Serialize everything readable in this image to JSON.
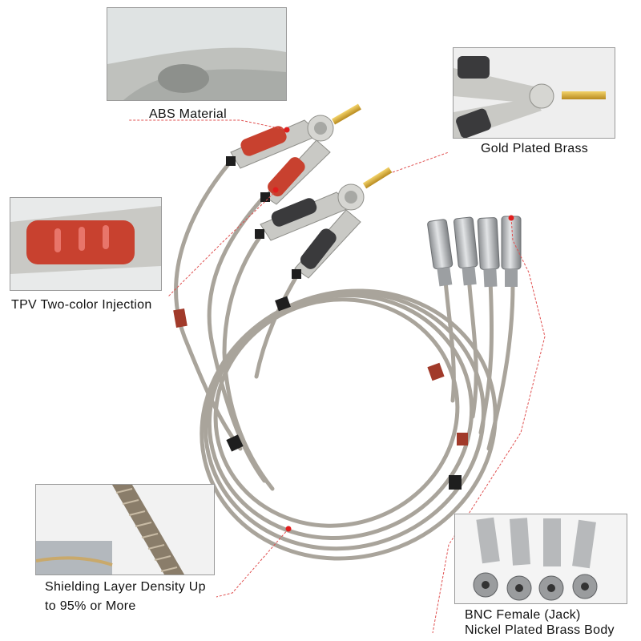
{
  "colors": {
    "cable": "#a9a49b",
    "clip_body": "#c9c9c5",
    "grip_red": "#c8412f",
    "grip_black": "#3a3a3c",
    "pin_gold": "#d8b23a",
    "bnc_nickel": "#b7b9bb",
    "marker_red": "#a13a2a",
    "marker_black": "#1e1e1e",
    "callout_dot": "#e11d1d",
    "leader_line": "#e05050"
  },
  "labels": {
    "abs": "ABS Material",
    "gold": "Gold Plated Brass",
    "tpv": "TPV Two-color Injection",
    "shield_line1": "Shielding Layer Density Up",
    "shield_line2": "to 95% or More",
    "bnc_line1": "BNC Female (Jack)",
    "bnc_line2": "Nickel Plated Brass Body"
  },
  "icons": {
    "clip": "kelvin-clip-icon",
    "connector": "bnc-connector-icon",
    "cable": "shielded-cable-icon"
  }
}
